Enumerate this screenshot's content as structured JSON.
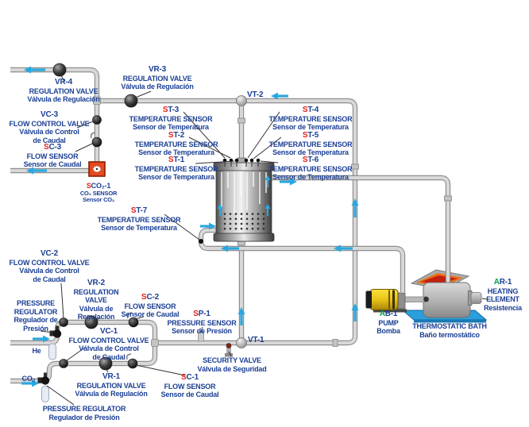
{
  "colors": {
    "label_blue": "#1b3f94",
    "sensor_red": "#e62019",
    "actuator_green": "#00a550",
    "flow_arrow_cyan": "#29a8e0",
    "pipe_gray": "#d8d8d8",
    "co2_sensor_box_red": "#e54a20",
    "bath_platform_blue": "#2b9fdb",
    "pump_yellow": "#e8c417"
  },
  "labels": {
    "vr4": {
      "code": "VR-4",
      "en": "REGULATION VALVE",
      "es": "Válvula de Regulación"
    },
    "vr3": {
      "code": "VR-3",
      "en": "REGULATION VALVE",
      "es": "Válvula de Regulación"
    },
    "vr2": {
      "code": "VR-2",
      "en1": "REGULATION",
      "en2": "VALVE",
      "es1": "Válvula de",
      "es2": "Regulación"
    },
    "vr1": {
      "code": "VR-1",
      "en": "REGULATION VALVE",
      "es": "Válvula de Regulación"
    },
    "vc3": {
      "code": "VC-3",
      "en": "FLOW CONTROL VALVE",
      "es1": "Válvula de Control",
      "es2": "de Caudal"
    },
    "vc2": {
      "code": "VC-2",
      "en": "FLOW CONTROL VALVE",
      "es1": "Válvula de Control",
      "es2": "de Caudal"
    },
    "vc1": {
      "code": "VC-1",
      "en": "FLOW CONTROL VALVE",
      "es1": "Válvula de Control",
      "es2": "de Caudal"
    },
    "vt2": {
      "code": "VT-2"
    },
    "vt1": {
      "code": "VT-1"
    },
    "st1": {
      "prefix": "S",
      "code": "T-1",
      "en": "TEMPERATURE SENSOR",
      "es": "Sensor de Temperatura"
    },
    "st2": {
      "prefix": "S",
      "code": "T-2",
      "en": "TEMPERATURE SENSOR",
      "es": "Sensor de Temperatura"
    },
    "st3": {
      "prefix": "S",
      "code": "T-3",
      "en": "TEMPERATURE SENSOR",
      "es": "Sensor de Temperatura"
    },
    "st4": {
      "prefix": "S",
      "code": "T-4",
      "en": "TEMPERATURE SENSOR",
      "es": "Sensor de Temperatura"
    },
    "st5": {
      "prefix": "S",
      "code": "T-5",
      "en": "TEMPERATURE SENSOR",
      "es": "Sensor de Temperatura"
    },
    "st6": {
      "prefix": "S",
      "code": "T-6",
      "en": "TEMPERATURE SENSOR",
      "es": "Sensor de Temperatura"
    },
    "st7": {
      "prefix": "S",
      "code": "T-7",
      "en": "TEMPERATURE SENSOR",
      "es": "Sensor de Temperatura"
    },
    "sc3": {
      "prefix": "S",
      "code": "C-3",
      "en": "FLOW SENSOR",
      "es": "Sensor de Caudal"
    },
    "sc2": {
      "prefix": "S",
      "code": "C-2",
      "en": "FLOW SENSOR",
      "es": "Sensor de Caudal"
    },
    "sc1": {
      "prefix": "S",
      "code": "C-1",
      "en": "FLOW SENSOR",
      "es": "Sensor de Caudal"
    },
    "sp1": {
      "prefix": "S",
      "code": "P-1",
      "en": "PRESSURE SENSOR",
      "es": "Sensor de Presión"
    },
    "sco2": {
      "prefix": "S",
      "code": "CO₂-1",
      "en": "CO₂ SENSOR",
      "es": "Sensor CO₂"
    },
    "security": {
      "en": "SECURITY VALVE",
      "es": "Válvula de Seguridad"
    },
    "preg_he": {
      "en1": "PRESSURE",
      "en2": "REGULATOR",
      "es1": "Regulador de",
      "es2": "Presión"
    },
    "preg_co2": {
      "en": "PRESSURE REGULATOR",
      "es": "Regulador de Presión"
    },
    "bath": {
      "en": "THERMOSTATIC BATH",
      "es": "Baño termostático"
    },
    "ab1": {
      "prefix": "A",
      "code": "B-1",
      "en": "PUMP",
      "es": "Bomba"
    },
    "ar1": {
      "prefix": "A",
      "code": "R-1",
      "en1": "HEATING",
      "en2": "ELEMENT",
      "es": "Resistencia"
    },
    "inlet_he": {
      "code": "He"
    },
    "inlet_co2": {
      "code": "CO₂"
    }
  }
}
